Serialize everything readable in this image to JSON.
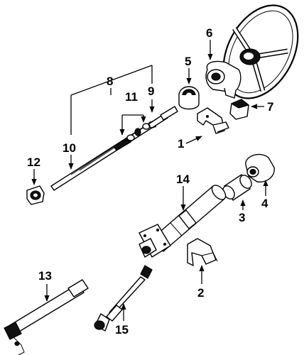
{
  "callouts": {
    "c1": "1",
    "c2": "2",
    "c3": "3",
    "c4": "4",
    "c5": "5",
    "c6": "6",
    "c7": "7",
    "c8": "8",
    "c9": "9",
    "c10": "10",
    "c11": "11",
    "c12": "12",
    "c13": "13",
    "c14": "14",
    "c15": "15"
  },
  "colors": {
    "ink": "#000000",
    "paper": "#ffffff"
  },
  "parts": {
    "p1": "bracket",
    "p2": "bracket",
    "p3": "sleeve",
    "p4": "housing-cap",
    "p5": "bearing",
    "p6": "lock-housing",
    "p7": "switch-block",
    "p8": "shaft-group",
    "p9": "clip",
    "p10": "upper-shaft",
    "p11": "spring-washer",
    "p12": "coupler",
    "p13": "column-assembly",
    "p14": "column-tube",
    "p15": "intermediate-shaft",
    "wheel": "steering-wheel"
  }
}
